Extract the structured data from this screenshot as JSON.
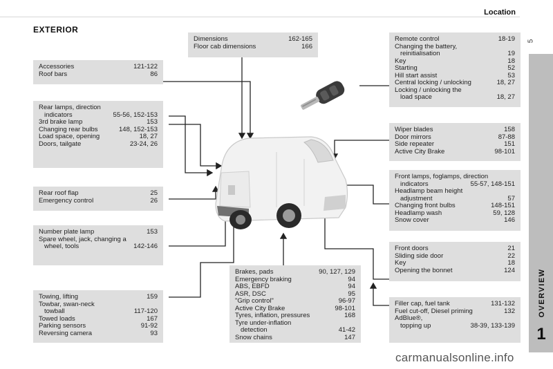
{
  "header": {
    "section": "Location",
    "page_number": "5"
  },
  "side_tab": {
    "label": "OVERVIEW",
    "chapter": "1"
  },
  "title": "EXTERIOR",
  "watermark": "carmanualsonline.info",
  "boxes": {
    "dimensions": [
      {
        "label": "Dimensions",
        "pages": "162-165"
      },
      {
        "label": "Floor cab dimensions",
        "pages": "166"
      }
    ],
    "accessories": [
      {
        "label": "Accessories",
        "pages": "121-122"
      },
      {
        "label": "Roof bars",
        "pages": "86"
      }
    ],
    "rear_lamps": [
      {
        "label": "Rear lamps, direction",
        "pages": ""
      },
      {
        "label": "indicators",
        "pages": "55-56, 152-153",
        "indent": true
      },
      {
        "label": "3rd brake lamp",
        "pages": "153"
      },
      {
        "label": "Changing rear bulbs",
        "pages": "148, 152-153"
      },
      {
        "label": "Load space, opening",
        "pages": "18, 27"
      },
      {
        "label": "Doors, tailgate",
        "pages": "23-24, 26"
      }
    ],
    "rear_roof": [
      {
        "label": "Rear roof flap",
        "pages": "25"
      },
      {
        "label": "Emergency control",
        "pages": "26"
      }
    ],
    "number_plate": [
      {
        "label": "Number plate lamp",
        "pages": "153"
      },
      {
        "label": "Spare wheel, jack, changing a",
        "pages": ""
      },
      {
        "label": "wheel, tools",
        "pages": "142-146",
        "indent": true
      }
    ],
    "towing": [
      {
        "label": "Towing, lifting",
        "pages": "159"
      },
      {
        "label": "Towbar, swan-neck",
        "pages": ""
      },
      {
        "label": "towball",
        "pages": "117-120",
        "indent": true
      },
      {
        "label": "Towed loads",
        "pages": "167"
      },
      {
        "label": "Parking sensors",
        "pages": "91-92"
      },
      {
        "label": "Reversing camera",
        "pages": "93"
      }
    ],
    "brakes": [
      {
        "label": "Brakes, pads",
        "pages": "90, 127, 129"
      },
      {
        "label": "Emergency braking",
        "pages": "94"
      },
      {
        "label": "ABS, EBFD",
        "pages": "94"
      },
      {
        "label": "ASR, DSC",
        "pages": "95"
      },
      {
        "label": "\"Grip control\"",
        "pages": "96-97"
      },
      {
        "label": "Active City Brake",
        "pages": "98-101"
      },
      {
        "label": "Tyres, inflation, pressures",
        "pages": "168"
      },
      {
        "label": "Tyre under-inflation",
        "pages": ""
      },
      {
        "label": "detection",
        "pages": "41-42",
        "indent": true
      },
      {
        "label": "Snow chains",
        "pages": "147"
      }
    ],
    "remote": [
      {
        "label": "Remote control",
        "pages": "18-19"
      },
      {
        "label": "Changing the battery,",
        "pages": ""
      },
      {
        "label": "reinitialisation",
        "pages": "19",
        "indent": true
      },
      {
        "label": "Key",
        "pages": "18"
      },
      {
        "label": "Starting",
        "pages": "52"
      },
      {
        "label": "Hill start assist",
        "pages": "53"
      },
      {
        "label": "Central locking / unlocking",
        "pages": "18, 27"
      },
      {
        "label": "Locking / unlocking the",
        "pages": ""
      },
      {
        "label": "load space",
        "pages": "18, 27",
        "indent": true
      }
    ],
    "wiper": [
      {
        "label": "Wiper blades",
        "pages": "158"
      },
      {
        "label": "Door mirrors",
        "pages": "87-88"
      },
      {
        "label": "Side repeater",
        "pages": "151"
      },
      {
        "label": "Active City Brake",
        "pages": "98-101"
      }
    ],
    "front_lamps": [
      {
        "label": "Front lamps, foglamps, direction",
        "pages": ""
      },
      {
        "label": "indicators",
        "pages": "55-57, 148-151",
        "indent": true
      },
      {
        "label": "Headlamp beam height",
        "pages": ""
      },
      {
        "label": "adjustment",
        "pages": "57",
        "indent": true
      },
      {
        "label": "Changing front bulbs",
        "pages": "148-151"
      },
      {
        "label": "Headlamp wash",
        "pages": "59, 128"
      },
      {
        "label": "Snow cover",
        "pages": "146"
      }
    ],
    "front_doors": [
      {
        "label": "Front doors",
        "pages": "21"
      },
      {
        "label": "Sliding side door",
        "pages": "22"
      },
      {
        "label": "Key",
        "pages": "18"
      },
      {
        "label": "Opening the bonnet",
        "pages": "124"
      }
    ],
    "filler": [
      {
        "label": "Filler cap, fuel tank",
        "pages": "131-132"
      },
      {
        "label": "Fuel cut-off, Diesel priming",
        "pages": "132"
      },
      {
        "label": "AdBlue®,",
        "pages": ""
      },
      {
        "label": "topping up",
        "pages": "38-39, 133-139",
        "indent": true
      }
    ]
  },
  "colors": {
    "box_bg": "#dedede",
    "side_tab": "#bdbdbd",
    "connector": "#222222"
  }
}
